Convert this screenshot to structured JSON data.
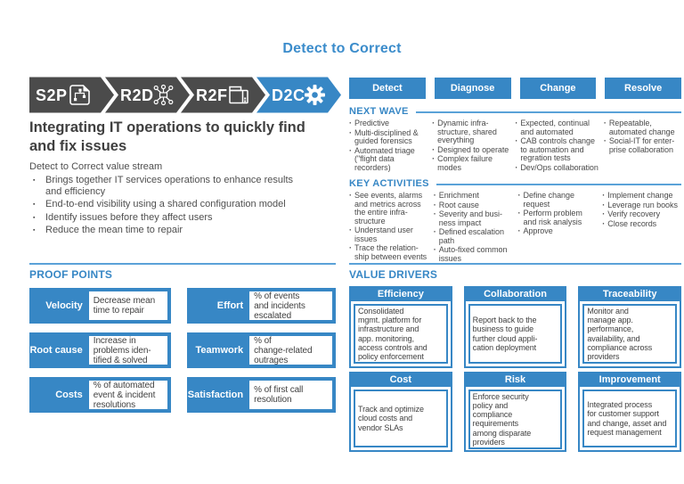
{
  "title": "Detect to Correct",
  "colors": {
    "accent_blue": "#3787c5",
    "line_blue": "#5aa2d8",
    "chevron_gray": "#4b4b4b",
    "text_dark": "#3f3f3f"
  },
  "value_chain": {
    "stages": [
      {
        "label": "S2P",
        "icon": "plan-document-icon"
      },
      {
        "label": "R2D",
        "icon": "network-icon"
      },
      {
        "label": "R2F",
        "icon": "package-icon"
      },
      {
        "label": "D2C",
        "icon": "gear-icon"
      }
    ]
  },
  "intro": {
    "heading": "Integrating IT operations to quickly find\nand fix issues",
    "lead": "Detect to Correct value stream",
    "bullets": [
      "Brings together IT services operations to enhance results\nand efficiency",
      "End-to-end visibility using a shared configuration model",
      "Identify issues before they affect users",
      "Reduce the mean time to repair"
    ]
  },
  "phases": [
    "Detect",
    "Diagnose",
    "Change",
    "Resolve"
  ],
  "next_wave": {
    "heading": "NEXT WAVE",
    "columns": [
      [
        "Predictive",
        "Multi-disciplined &\nguided forensics",
        "Automated triage\n(\"flight data\nrecorders)"
      ],
      [
        "Dynamic infra-\nstructure, shared\neverything",
        "Designed to operate",
        "Complex failure\nmodes"
      ],
      [
        "Expected, continual\nand automated",
        "CAB controls change\nto automation and\nregration tests",
        "Dev/Ops collaboration"
      ],
      [
        "Repeatable,\nautomated change",
        "Social-IT for enter-\nprise collaboration"
      ]
    ]
  },
  "key_activities": {
    "heading": "KEY ACTIVITIES",
    "columns": [
      [
        "See events, alarms\nand metrics across\nthe entire infra-\nstructure",
        "Understand user\nissues",
        "Trace the relation-\nship between events"
      ],
      [
        "Enrichment",
        "Root cause",
        "Severity and busi-\nness impact",
        "Defined escalation\npath",
        "Auto-fixed common\nissues"
      ],
      [
        "Define change\nrequest",
        "Perform problem\nand risk analysis",
        "Approve"
      ],
      [
        "Implement change",
        "Leverage run books",
        "Verify recovery",
        "Close records"
      ]
    ]
  },
  "proof_points": {
    "heading": "PROOF POINTS",
    "items": [
      {
        "label": "Velocity",
        "text": "Decrease mean\ntime to repair"
      },
      {
        "label": "Effort",
        "text": "% of events\nand incidents\nescalated"
      },
      {
        "label": "Root cause",
        "text": "Increase in\nproblems iden-\ntified & solved"
      },
      {
        "label": "Teamwork",
        "text": "% of\nchange-related\noutrages"
      },
      {
        "label": "Costs",
        "text": "% of automated\nevent & incident\nresolutions"
      },
      {
        "label": "Satisfaction",
        "text": "% of first call\nresolution"
      }
    ]
  },
  "value_drivers": {
    "heading": "VALUE DRIVERS",
    "items": [
      {
        "title": "Efficiency",
        "text": "Consolidated\nmgmt. platform for\ninfrastructure and\napp. monitoring,\naccess controls and\npolicy enforcement"
      },
      {
        "title": "Collaboration",
        "text": "Report back to the\nbusiness to guide\nfurther cloud appli-\ncation deployment"
      },
      {
        "title": "Traceability",
        "text": "Monitor and\nmanage app.\nperformance,\navailability, and\ncompliance across\nproviders"
      },
      {
        "title": "Cost",
        "text": "Track and optimize\ncloud costs and\nvendor SLAs"
      },
      {
        "title": "Risk",
        "text": "Enforce security\npolicy and\ncompliance\nrequirements\namong disparate\nproviders"
      },
      {
        "title": "Improvement",
        "text": "Integrated process\nfor customer support\nand change, asset and\nrequest management"
      }
    ]
  }
}
